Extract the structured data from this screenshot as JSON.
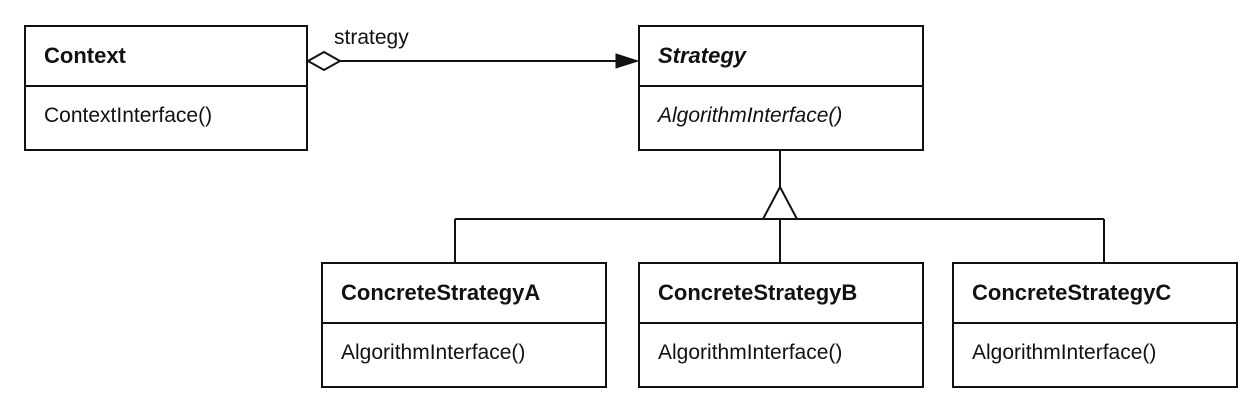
{
  "diagram": {
    "association": {
      "role_label": "strategy"
    },
    "classes": {
      "context": {
        "name": "Context",
        "operation": "ContextInterface()"
      },
      "strategy": {
        "name": "Strategy",
        "operation": "AlgorithmInterface()",
        "abstract": true
      },
      "concrete_a": {
        "name": "ConcreteStrategyA",
        "operation": "AlgorithmInterface()"
      },
      "concrete_b": {
        "name": "ConcreteStrategyB",
        "operation": "AlgorithmInterface()"
      },
      "concrete_c": {
        "name": "ConcreteStrategyC",
        "operation": "AlgorithmInterface()"
      }
    }
  }
}
